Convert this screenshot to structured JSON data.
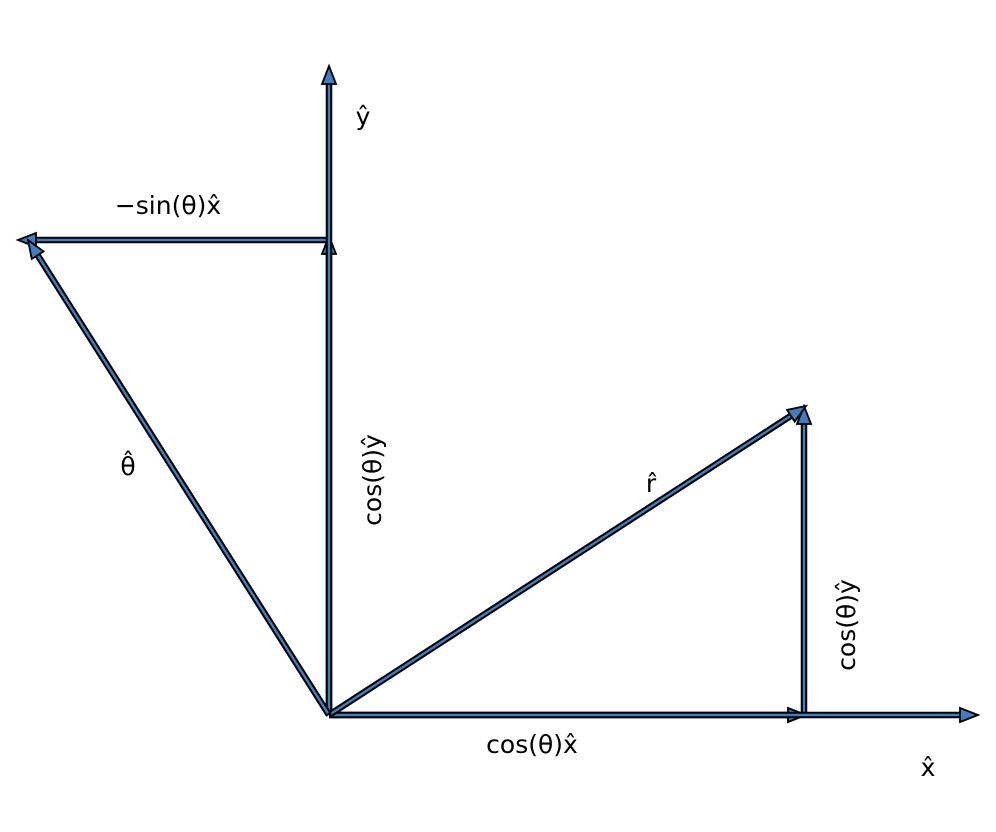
{
  "diagram": {
    "colors": {
      "arrow_fill": "#3f7fbf",
      "arrow_edge": "#000000",
      "guide_line": "#b5b5b5",
      "background": "#ffffff"
    },
    "vectors": [
      {
        "id": "x-hat",
        "label": "x̂"
      },
      {
        "id": "y-hat",
        "label": "ŷ"
      },
      {
        "id": "r-hat",
        "label": "r̂"
      },
      {
        "id": "theta-hat",
        "label": "θ̂"
      },
      {
        "id": "r-x-component",
        "label": "cos(θ)x̂"
      },
      {
        "id": "r-y-component",
        "label": "cos(θ)ŷ"
      },
      {
        "id": "theta-x-component",
        "label": "−sin(θ)x̂"
      },
      {
        "id": "theta-y-component",
        "label": "cos(θ)ŷ"
      }
    ]
  }
}
